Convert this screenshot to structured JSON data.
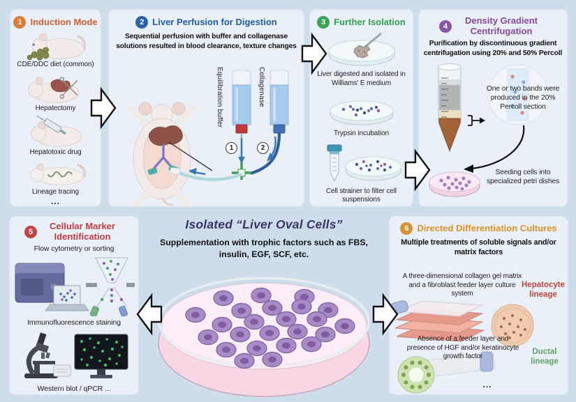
{
  "colors": {
    "background": "#cdddec",
    "panel": "#e9f0f8",
    "step1_orange": "#cd6130",
    "step2_blue": "#1e5ca6",
    "step3_green": "#2fa24e",
    "step4_purple": "#86489e",
    "step5_red": "#c33b3b",
    "step6_amber": "#df9027",
    "hepatocyte_red": "#c2443c",
    "ductal_green": "#5da565",
    "center_title_indigo": "#3a3466"
  },
  "panels": {
    "induction": {
      "number": "1",
      "title": "Induction Mode",
      "items": [
        "CDE/DDC diet (common)",
        "Hepatectomy",
        "Hepatotoxic drug",
        "Lineage tracing"
      ],
      "ellipsis": "..."
    },
    "perfusion": {
      "number": "2",
      "title": "Liver Perfusion for Digestion",
      "subtitle": "Sequential perfusion with buffer and collagenase solutions resulted in blood clearance, texture changes",
      "bottle1_label": "Equilibration buffer",
      "bottle2_label": "Collagenase",
      "step1": "1",
      "step2": "2"
    },
    "isolation": {
      "number": "3",
      "title": "Further Isolation",
      "captions": [
        "Liver digested and isolated in Williams' E medium",
        "Trypsin incubation",
        "Cell strainer to filter cell suspensions"
      ]
    },
    "centrifugation": {
      "number": "4",
      "title": "Density Gradient Centrifugation",
      "subtitle": "Purification by discontinuous gradient centrifugation using 20% and 50% Percoll",
      "note_bands": "One or two bands were produced in the 20% Percoll section",
      "note_seeding": "Seeding cells into specialized petri dishes"
    },
    "markers": {
      "number": "5",
      "title": "Cellular Marker Identification",
      "captions": [
        "Flow cytometry or sorting",
        "Immunofluorescence staining",
        "Western blot / qPCR ..."
      ]
    },
    "differentiation": {
      "number": "6",
      "title": "Directed Differentiation Cultures",
      "subtitle": "Multiple treatments of soluble signals and/or matrix factors",
      "hepatocyte_text": "A three-dimensional collagen gel matrix and a fibroblast feeder layer culture system",
      "hepatocyte_lineage": "Hepatocyte lineage",
      "ductal_text": "Absence of a feeder layer and presence of HGF and/or keratinocyte growth factor",
      "ductal_lineage": "Ductal lineage",
      "ellipsis": "..."
    }
  },
  "center": {
    "title": "Isolated “Liver Oval Cells”",
    "subtitle": "Supplementation with trophic factors such as FBS, insulin, EGF, SCF, etc."
  }
}
